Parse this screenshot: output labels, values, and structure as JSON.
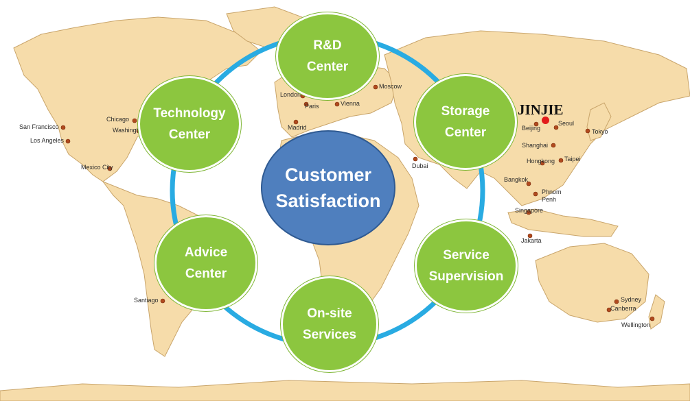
{
  "diagram": {
    "center": {
      "label": "Customer\nSatisfaction",
      "color": "#4f7fbe"
    },
    "ring_color": "#29abe2",
    "node_color": "#8cc63f",
    "nodes": [
      {
        "id": "rnd",
        "label": "R&D\nCenter"
      },
      {
        "id": "storage",
        "label": "Storage\nCenter"
      },
      {
        "id": "supervision",
        "label": "Service\nSupervision"
      },
      {
        "id": "onsite",
        "label": "On-site\nServices"
      },
      {
        "id": "advice",
        "label": "Advice\nCenter"
      },
      {
        "id": "technology",
        "label": "Technology\nCenter"
      }
    ]
  },
  "brand": {
    "name": "JINJIE",
    "dot_color": "#e21b1b"
  },
  "map": {
    "land_color": "#f6dcaa",
    "cities": [
      "London",
      "Paris",
      "Vienna",
      "Moscow",
      "Madrid",
      "Dubai",
      "San Francisco",
      "Los Angeles",
      "Chicago",
      "Washington",
      "Mexico City",
      "Santiago",
      "Beijing",
      "Seoul",
      "Tokyo",
      "Shanghai",
      "Hongkong",
      "Taipei",
      "Bangkok",
      "Phnom\nPenh",
      "Singapore",
      "Jakarta",
      "Sydney",
      "Canberra",
      "Wellington"
    ]
  }
}
